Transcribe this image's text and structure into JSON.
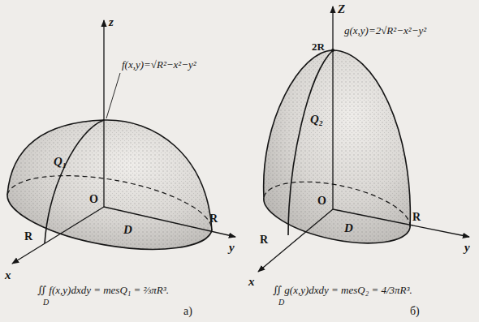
{
  "diagram": {
    "labels": [
      "z",
      "f(x,y)=√R²−x²−y²",
      "Q₁",
      "O",
      "D",
      "R",
      "y",
      "R",
      "x",
      "∬ f(x,y)dxdy = mesQ₁ = ⅔πR³.",
      "D",
      "а)",
      "Z",
      "2R",
      "g(x,y)=2√R²−x²−y²",
      "Q₂",
      "O",
      "D",
      "R",
      "y",
      "R",
      "x",
      "∬ g(x,y)dxdy = mesQ₂ = 4/3πR³.",
      "D",
      "б)"
    ]
  }
}
